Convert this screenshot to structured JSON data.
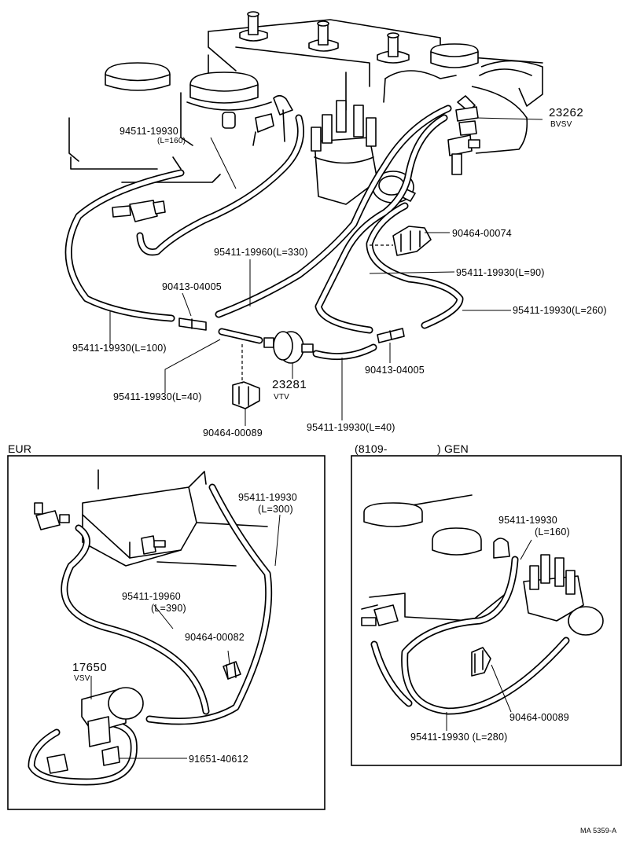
{
  "main": {
    "labels": {
      "p94511": "94511-19930",
      "p94511_len": "(L=160)",
      "p23262": "23262",
      "p23262_sub": "BVSV",
      "p90464_74": "90464-00074",
      "p95411_330": "95411-19960(L=330)",
      "p90413_l": "90413-04005",
      "p95411_90": "95411-19930(L=90)",
      "p95411_260": "95411-19930(L=260)",
      "p95411_100": "95411-19930(L=100)",
      "p95411_40a": "95411-19930(L=40)",
      "p23281": "23281",
      "p23281_sub": "VTV",
      "p90413_r": "90413-04005",
      "p90464_89": "90464-00089",
      "p95411_40b": "95411-19930(L=40)"
    }
  },
  "eur": {
    "title": "EUR",
    "labels": {
      "p300": "95411-19930",
      "p300_len": "(L=300)",
      "p390": "95411-19960",
      "p390_len": "(L=390)",
      "p82": "90464-00082",
      "p17650": "17650",
      "p17650_sub": "VSV",
      "p91651": "91651-40612"
    }
  },
  "gen": {
    "title_open": "(8109-",
    "title_close": ")  GEN",
    "labels": {
      "p160": "95411-19930",
      "p160_len": "(L=160)",
      "p89": "90464-00089",
      "p280": "95411-19930 (L=280)"
    }
  },
  "footer": {
    "code": "MA  5359-A"
  }
}
